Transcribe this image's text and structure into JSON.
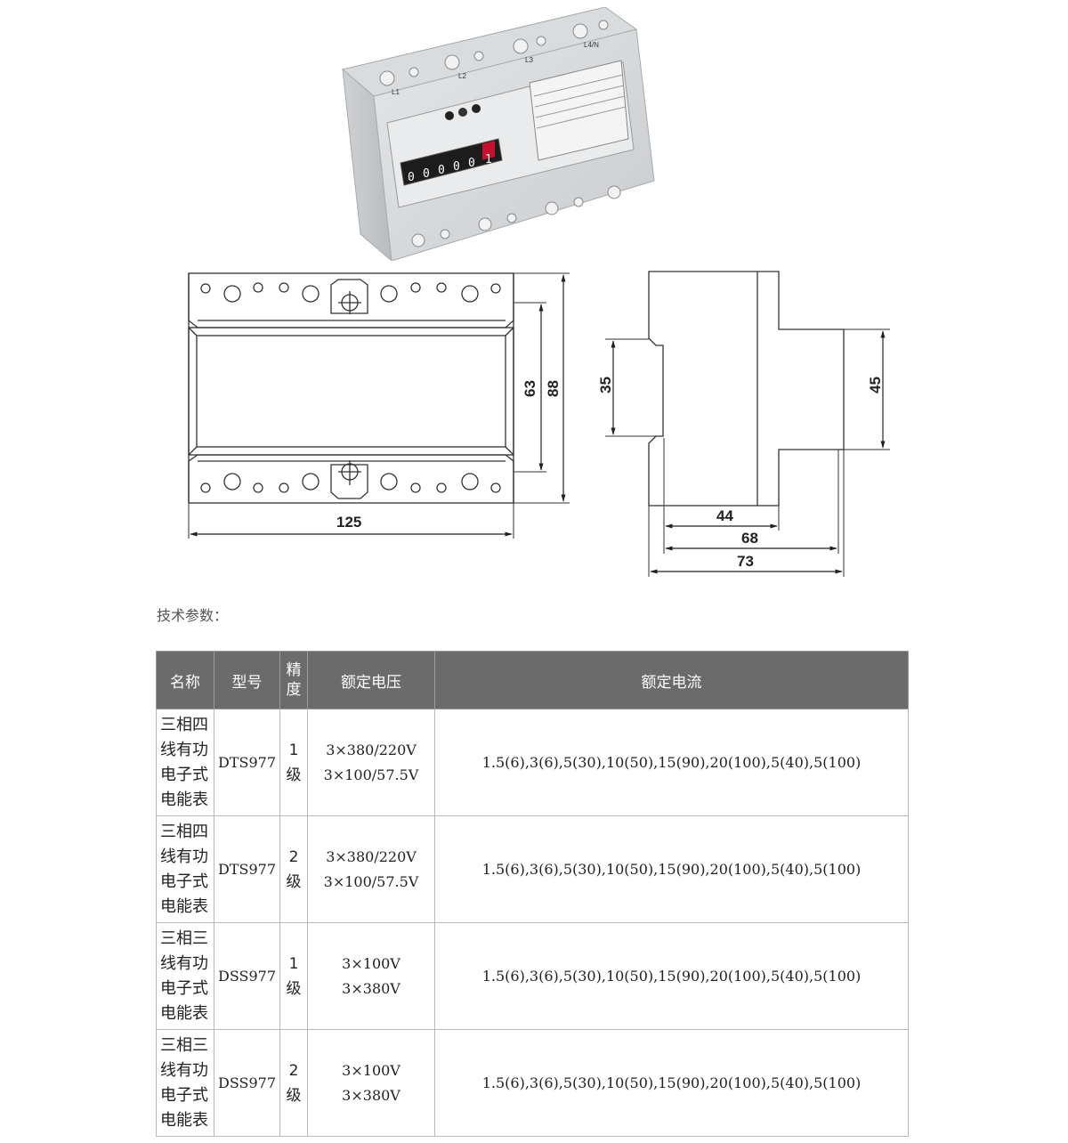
{
  "photo": {
    "terminal_top_labels": [
      "L1",
      "L2",
      "L3",
      "L4/N"
    ],
    "counter_digits": [
      "0",
      "0",
      "0",
      "0",
      "0",
      "1"
    ]
  },
  "dimensions": {
    "front_width": "125",
    "front_inner_height": "63",
    "front_height": "88",
    "side_rail": "35",
    "side_step": "45",
    "side_depth_1": "44",
    "side_depth_2": "68",
    "side_depth_3": "73"
  },
  "section_label": "技术参数：",
  "table": {
    "headers": {
      "name": "名称",
      "model": "型号",
      "grade": "精\n度",
      "voltage": "额定电压",
      "current": "额定电流"
    },
    "rows": [
      {
        "name": "三相四\n线有功\n电子式\n电能表",
        "model": "DTS977",
        "grade": "1\n级",
        "voltage": "3×380/220V\n3×100/57.5V",
        "current": "1.5(6),3(6),5(30),10(50),15(90),20(100),5(40),5(100)"
      },
      {
        "name": "三相四\n线有功\n电子式\n电能表",
        "model": "DTS977",
        "grade": "2\n级",
        "voltage": "3×380/220V\n3×100/57.5V",
        "current": "1.5(6),3(6),5(30),10(50),15(90),20(100),5(40),5(100)"
      },
      {
        "name": "三相三\n线有功\n电子式\n电能表",
        "model": "DSS977",
        "grade": "1\n级",
        "voltage": "3×100V\n3×380V",
        "current": "1.5(6),3(6),5(30),10(50),15(90),20(100),5(40),5(100)"
      },
      {
        "name": "三相三\n线有功\n电子式\n电能表",
        "model": "DSS977",
        "grade": "2\n级",
        "voltage": "3×100V\n3×380V",
        "current": "1.5(6),3(6),5(30),10(50),15(90),20(100),5(40),5(100)"
      }
    ]
  }
}
